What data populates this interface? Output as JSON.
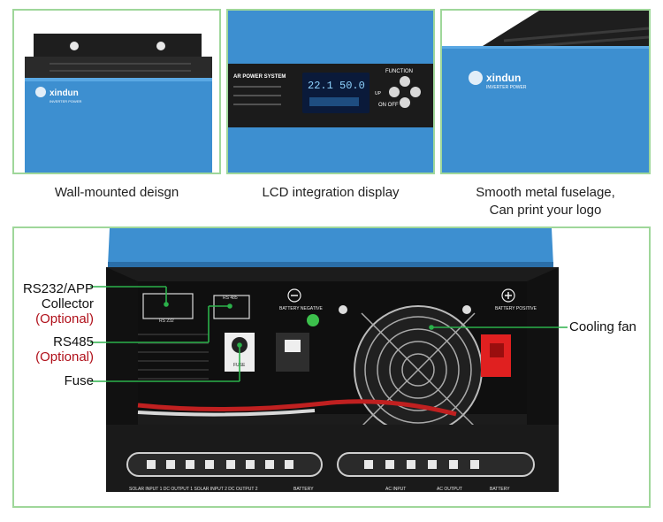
{
  "top_panels": [
    {
      "caption": "Wall-mounted deisgn",
      "logo": "xindun",
      "logo_sub": "INVERTER POWER"
    },
    {
      "caption": "LCD integration display",
      "display_title": "AR POWER SYSTEM",
      "lcd_left": "22.1",
      "lcd_right": "50.0",
      "btn_top": "FUNCTION",
      "btn_left": "UP",
      "btn_bottom": "ON OFF"
    },
    {
      "caption_line1": "Smooth metal fuselage,",
      "caption_line2": "Can print your logo",
      "logo": "xindun",
      "logo_sub": "INVERTER POWER"
    }
  ],
  "main_panel": {
    "callouts": {
      "rs232_line1": "RS232/APP",
      "rs232_line2": "Collector",
      "rs232_opt": "(Optional)",
      "rs485": "RS485",
      "rs485_opt": "(Optional)",
      "fuse": "Fuse",
      "fan": "Cooling fan"
    },
    "device_labels": {
      "rs232_port": "RS 232",
      "rs485_port": "RS 485",
      "battery_negative": "BATTERY NEGATIVE",
      "battery_positive": "BATTERY POSITIVE",
      "fuse_label": "FUSE"
    },
    "terminal_labels": {
      "left_bottom": "SOLAR INPUT 1  DC OUTPUT 1  SOLAR INPUT 2  DC OUTPUT 2",
      "battery_neg": "BATTERY",
      "ac_input": "AC INPUT",
      "ac_output": "AC OUTPUT",
      "battery_pos": "BATTERY"
    }
  },
  "colors": {
    "border": "#9fd79a",
    "blue_case": "#3d8fd0",
    "callout_line": "#2bb14a",
    "optional_text": "#b0101a",
    "battery_clamp": "#e02020"
  }
}
